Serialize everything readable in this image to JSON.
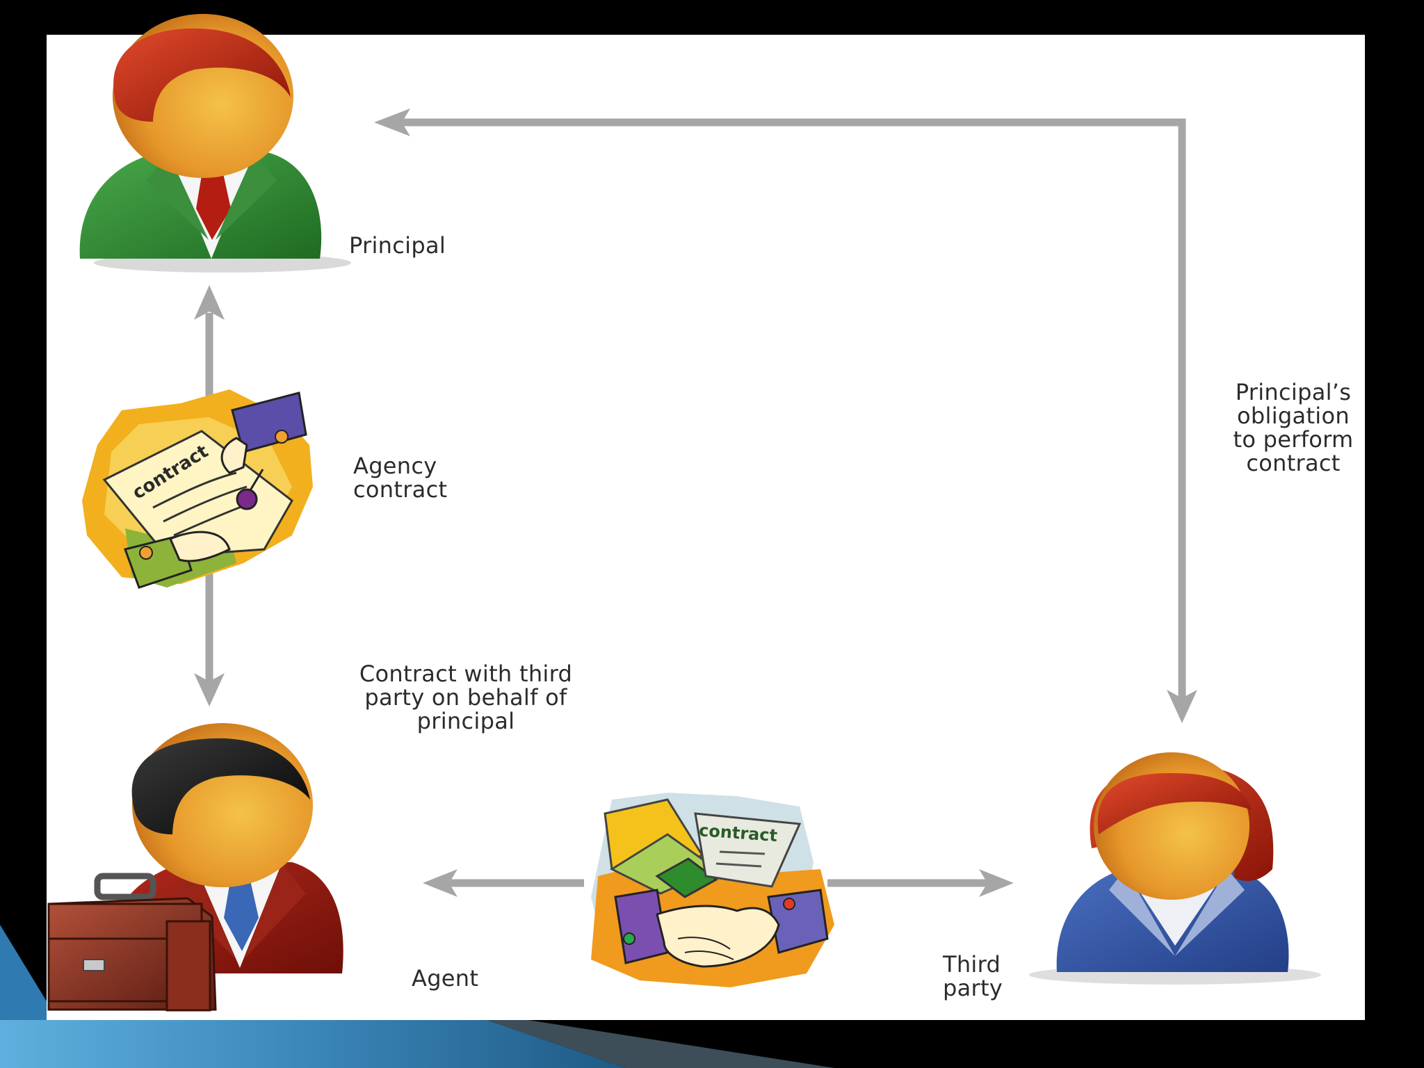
{
  "diagram": {
    "labels": {
      "principal": "Principal",
      "agency_contract": "Agency\ncontract",
      "contract_with_third_party": "Contract with third\nparty on behalf of\nprincipal",
      "principal_obligation": "Principal’s\nobligation\nto perform\ncontract",
      "agent": "Agent",
      "third_party": "Third\nparty"
    },
    "document_words": {
      "agency_document": "contract",
      "handshake_document": "contract"
    },
    "icons": {
      "principal": "businessman-green-suit-icon",
      "agent": "businessman-with-briefcase-icon",
      "third_party": "businesswoman-blue-suit-icon",
      "agency_contract": "contract-signing-icon",
      "handshake_contract": "handshake-contract-icon"
    },
    "colors": {
      "background": "#000000",
      "panel": "#ffffff",
      "arrow": "#a6a6a6",
      "accent_band": "#3a86b8"
    }
  }
}
